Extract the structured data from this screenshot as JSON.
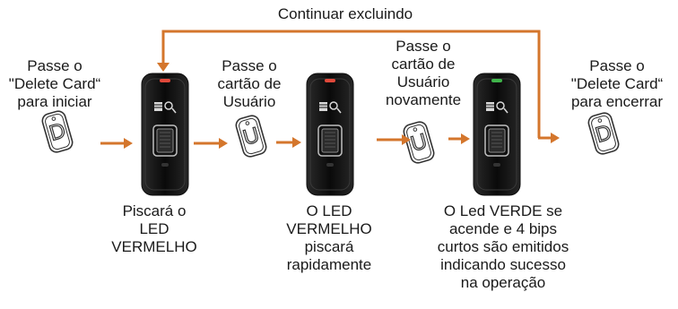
{
  "loop_label": "Continuar excluindo",
  "steps": [
    {
      "label": "Passe o\n\"Delete Card“\npara iniciar",
      "card_letter": "D"
    },
    {
      "label": "Passe o\ncartão de\nUsuário",
      "card_letter": "U"
    },
    {
      "label": "Passe o\ncartão de\nUsuário\nnovamente",
      "card_letter": "U"
    },
    {
      "label": "Passe o\n\"Delete Card“\npara encerrar",
      "card_letter": "D"
    }
  ],
  "devices": [
    {
      "led_color": "#e0483a",
      "caption": "Piscará o\nLED\nVERMELHO"
    },
    {
      "led_color": "#e0483a",
      "caption": "O LED\nVERMELHO\npiscará\nrapidamente"
    },
    {
      "led_color": "#3fb44a",
      "caption": "O Led VERDE se\nacende e 4 bips\ncurtos são emitidos\nindicando sucesso\nna operação"
    }
  ],
  "colors": {
    "arrow": "#d4762c",
    "device": "#0e0e0e",
    "card_stroke": "#333333"
  }
}
